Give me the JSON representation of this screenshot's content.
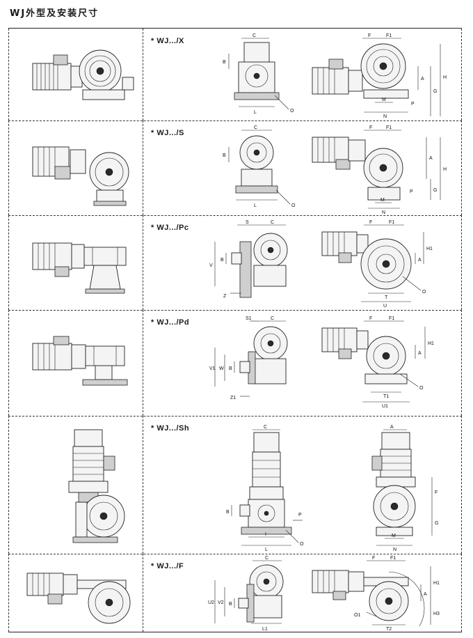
{
  "title": "WJ外型及安装尺寸",
  "rows": [
    {
      "model": "* WJ.../X",
      "labels": [
        "C",
        "B",
        "L",
        "O",
        "F",
        "F1",
        "H",
        "G",
        "A",
        "P",
        "M",
        "N"
      ]
    },
    {
      "model": "* WJ.../S",
      "labels": [
        "C",
        "B",
        "L",
        "O",
        "F",
        "F1",
        "A",
        "H",
        "G",
        "P",
        "M",
        "N"
      ]
    },
    {
      "model": "* WJ.../Pc",
      "labels": [
        "S",
        "C",
        "V",
        "B",
        "Z",
        "F",
        "F1",
        "H1",
        "A",
        "O",
        "T",
        "U"
      ]
    },
    {
      "model": "* WJ.../Pd",
      "labels": [
        "S1",
        "C",
        "V1",
        "W",
        "B",
        "Z1",
        "F",
        "F1",
        "A",
        "H1",
        "O",
        "T1",
        "U1"
      ]
    },
    {
      "model": "* WJ.../Sh",
      "labels": [
        "C",
        "B",
        "P",
        "I",
        "O",
        "L",
        "A",
        "F",
        "G",
        "M",
        "N"
      ]
    },
    {
      "model": "* WJ.../F",
      "labels": [
        "C",
        "U2",
        "V2",
        "B",
        "L1",
        "F",
        "F1",
        "H1",
        "A",
        "H3",
        "O1",
        "T2"
      ]
    }
  ]
}
